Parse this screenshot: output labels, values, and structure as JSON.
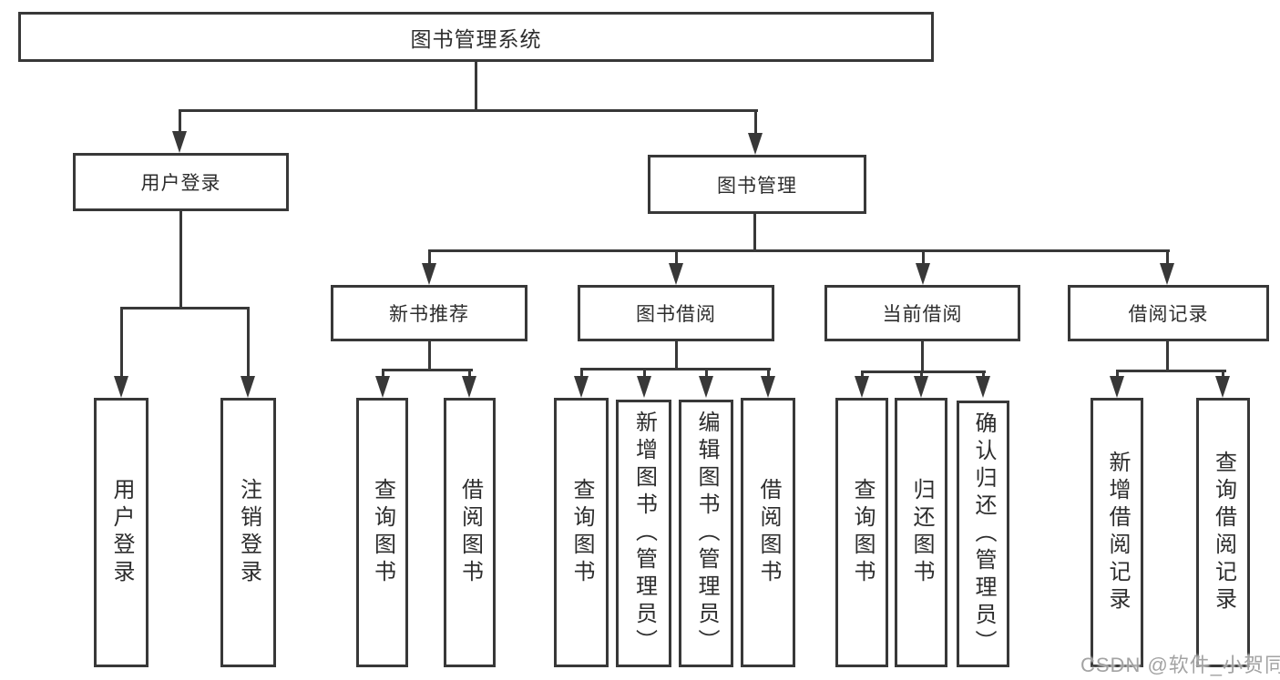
{
  "watermark": "CSDN @软件_小贺同学",
  "colors": {
    "line": "#383838",
    "text": "#2d2d2d",
    "background": "#ffffff",
    "watermark": "#9e9e9e"
  },
  "tree": {
    "label": "图书管理系统",
    "children": [
      {
        "label": "用户登录",
        "children": [
          {
            "label": "用户登录"
          },
          {
            "label": "注销登录"
          }
        ]
      },
      {
        "label": "图书管理",
        "children": [
          {
            "label": "新书推荐",
            "children": [
              {
                "label": "查询图书"
              },
              {
                "label": "借阅图书"
              }
            ]
          },
          {
            "label": "图书借阅",
            "children": [
              {
                "label": "查询图书"
              },
              {
                "label": "新增图书（管理员）"
              },
              {
                "label": "编辑图书（管理员）"
              },
              {
                "label": "借阅图书"
              }
            ]
          },
          {
            "label": "当前借阅",
            "children": [
              {
                "label": "查询图书"
              },
              {
                "label": "归还图书"
              },
              {
                "label": "确认归还（管理员）"
              }
            ]
          },
          {
            "label": "借阅记录",
            "children": [
              {
                "label": "新增借阅记录"
              },
              {
                "label": "查询借阅记录"
              }
            ]
          }
        ]
      }
    ]
  }
}
